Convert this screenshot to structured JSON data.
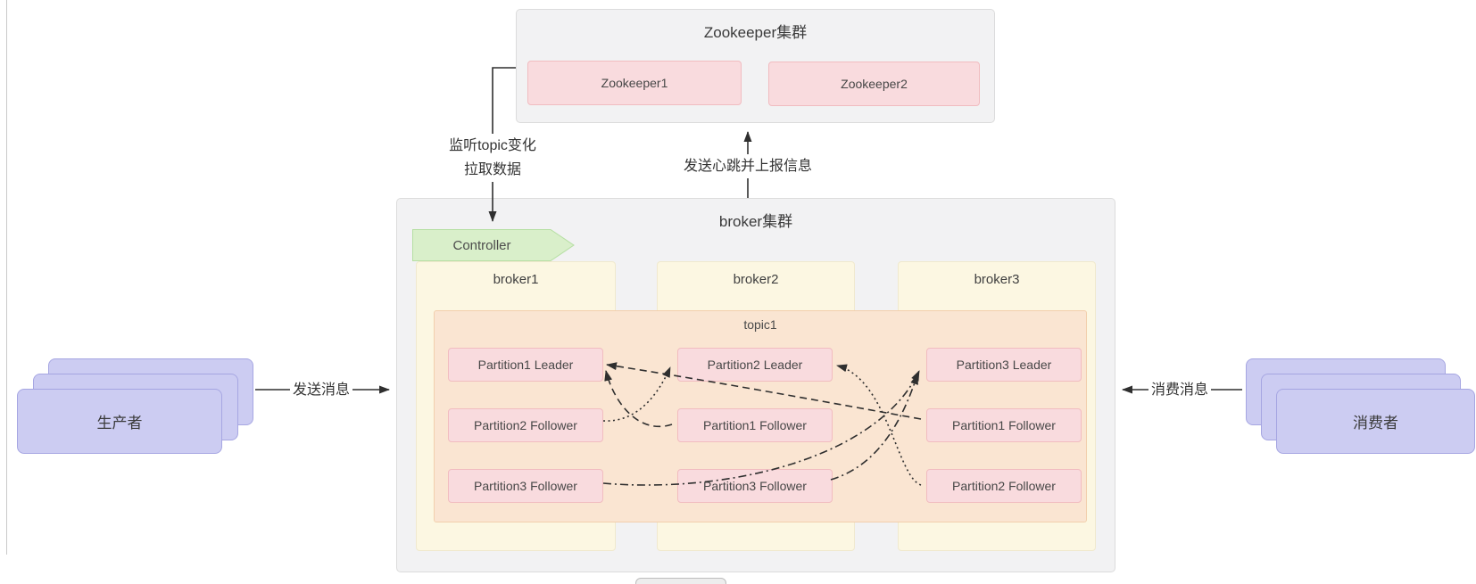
{
  "zookeeper_cluster": {
    "title": "Zookeeper集群",
    "nodes": [
      {
        "label": "Zookeeper1"
      },
      {
        "label": "Zookeeper2"
      }
    ]
  },
  "broker_cluster": {
    "title": "broker集群",
    "controller_label": "Controller",
    "topic_label": "topic1",
    "brokers": [
      {
        "label": "broker1",
        "partitions": [
          "Partition1 Leader",
          "Partition2 Follower",
          "Partition3 Follower"
        ]
      },
      {
        "label": "broker2",
        "partitions": [
          "Partition2 Leader",
          "Partition1 Follower",
          "Partition3 Follower"
        ]
      },
      {
        "label": "broker3",
        "partitions": [
          "Partition3 Leader",
          "Partition1 Follower",
          "Partition2 Follower"
        ]
      }
    ]
  },
  "producer": {
    "label": "生产者"
  },
  "consumer": {
    "label": "消费者"
  },
  "edges": {
    "watch_line1": "监听topic变化",
    "watch_line2": "拉取数据",
    "heartbeat": "发送心跳并上报信息",
    "send": "发送消息",
    "consume": "消费消息"
  },
  "colors": {
    "cluster_bg": "#f2f2f3",
    "cluster_border": "#dcdcdc",
    "pink_bg": "#f9dbde",
    "pink_border": "#f1bcc0",
    "yellow_bg": "#fcf7e2",
    "yellow_border": "#f0e9ce",
    "topic_bg": "#fae5d2",
    "topic_border": "#f2cfad",
    "green_bg": "#d9efca",
    "green_border": "#b6dfa3",
    "purple_bg": "#ccccf2",
    "purple_border": "#a6a6e2",
    "line": "#2f2f2f"
  }
}
